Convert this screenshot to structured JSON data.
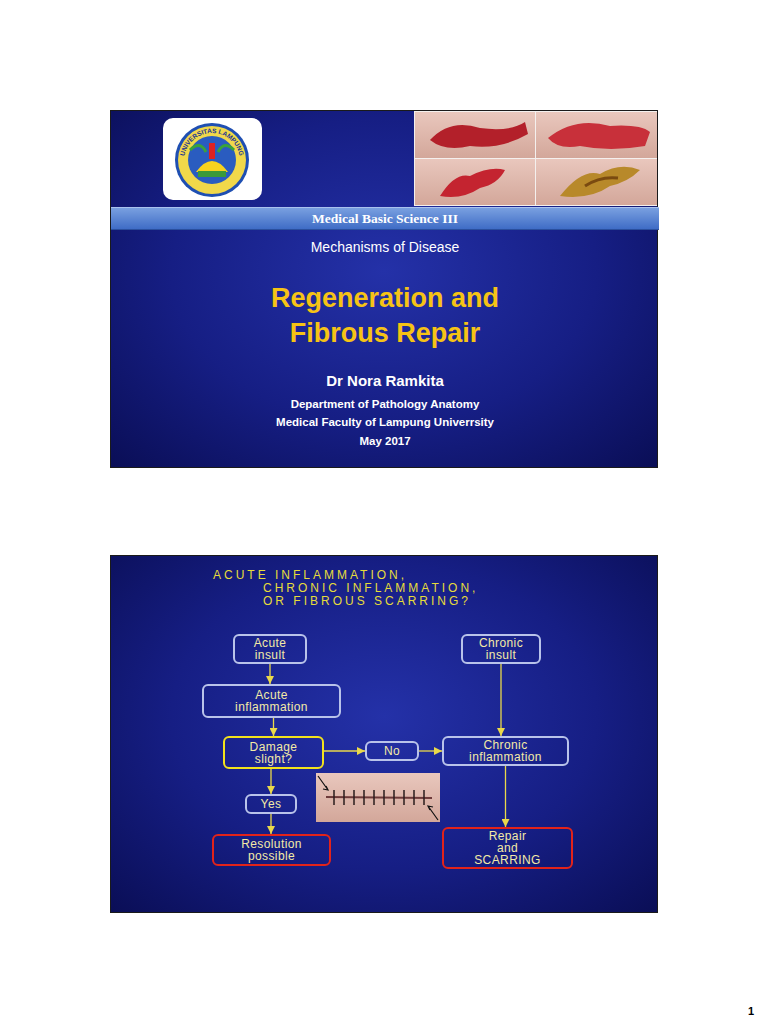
{
  "diagram": {
    "nodes": [
      {
        "text": [
          "Mechanisms of Disease",
          "Regeneration and Fibrous Repair",
          "Dr Nora Ramkita",
          "Department of Pathology Anatomy",
          "Medical Faculty of Lampung Univerrsity",
          "May 2017"
        ]
      },
      {
        "text": [
          "Medical Basic Science III"
        ],
        "in": 0
      },
      {
        "text": [
          "ACUTE INFLAMMATION, CHRONIC INFLAMMATION, OR FIBROUS SCARRING?"
        ]
      },
      {
        "text": [
          "Acute insult"
        ],
        "in": 2
      },
      {
        "text": [
          "Chronic insult"
        ],
        "in": 2
      },
      {
        "text": [
          "Acute inflammation"
        ],
        "in": 2
      },
      {
        "text": [
          "Damage slight?"
        ],
        "in": 2
      },
      {
        "text": [
          "No"
        ],
        "in": 2
      },
      {
        "text": [
          "Chronic inflammation"
        ],
        "in": 2
      },
      {
        "text": [
          "Yes"
        ],
        "in": 2
      },
      {
        "text": [
          "Resolution possible"
        ],
        "in": 2
      },
      {
        "text": [
          "Repair and SCARRING"
        ],
        "in": 2
      }
    ],
    "edges": [
      {
        "from": 3,
        "to": 5,
        "arrow": "to"
      },
      {
        "from": 5,
        "to": 6,
        "arrow": "to"
      },
      {
        "from": 6,
        "to": 7,
        "arrow": "to"
      },
      {
        "from": 7,
        "to": 8,
        "arrow": "to"
      },
      {
        "from": 4,
        "to": 8,
        "arrow": "to"
      },
      {
        "from": 6,
        "to": 9,
        "arrow": "to"
      },
      {
        "from": 9,
        "to": 10,
        "arrow": "to"
      },
      {
        "from": 8,
        "to": 11,
        "arrow": "to"
      }
    ],
    "labels": [
      "UNIVERSITAS LAMPUNG",
      "1"
    ]
  }
}
